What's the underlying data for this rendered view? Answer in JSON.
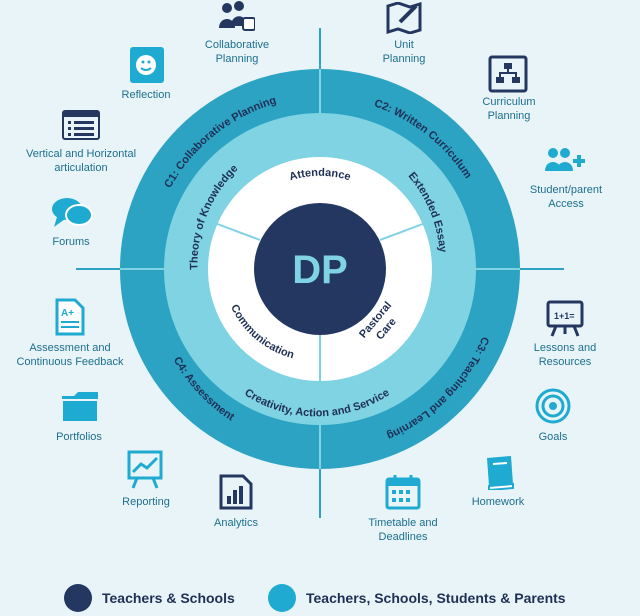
{
  "center_label": "DP",
  "colors": {
    "navy": "#233760",
    "dark_teal": "#2da3c4",
    "light_teal": "#7fd3e2",
    "white": "#ffffff",
    "accent": "#1faad1",
    "label": "#1d6f8e"
  },
  "outer_ring": [
    {
      "id": "c1",
      "label": "C1: Collaborative Planning"
    },
    {
      "id": "c2",
      "label": "C2: Written Curriculum"
    },
    {
      "id": "c3",
      "label": "C3: Teaching and Learning"
    },
    {
      "id": "c4",
      "label": "C4: Assessment"
    }
  ],
  "inner_ring": [
    {
      "id": "tok",
      "label": "Theory of Knowledge"
    },
    {
      "id": "ee",
      "label": "Extended Essay"
    },
    {
      "id": "cas",
      "label": "Creativity, Action and Service"
    }
  ],
  "core_items": [
    {
      "id": "attendance",
      "label": "Attendance"
    },
    {
      "id": "communication",
      "label": "Communication"
    },
    {
      "id": "pastoral",
      "label": "Pastoral\nCare"
    }
  ],
  "features": [
    {
      "id": "collaborative-planning",
      "label": "Collaborative\nPlanning",
      "icon": "people-chat-icon"
    },
    {
      "id": "unit-planning",
      "label": "Unit\nPlanning",
      "icon": "map-icon"
    },
    {
      "id": "reflection",
      "label": "Reflection",
      "icon": "mirror-face-icon"
    },
    {
      "id": "curriculum-planning",
      "label": "Curriculum\nPlanning",
      "icon": "org-chart-icon"
    },
    {
      "id": "vertical-horizontal",
      "label": "Vertical and Horizontal\narticulation",
      "icon": "list-table-icon"
    },
    {
      "id": "student-parent",
      "label": "Student/parent\nAccess",
      "icon": "add-users-icon"
    },
    {
      "id": "forums",
      "label": "Forums",
      "icon": "chat-bubbles-icon"
    },
    {
      "id": "assessment-feedback",
      "label": "Assessment and\nContinuous Feedback",
      "icon": "grade-sheet-icon"
    },
    {
      "id": "lessons-resources",
      "label": "Lessons and\nResources",
      "icon": "easel-board-icon"
    },
    {
      "id": "portfolios",
      "label": "Portfolios",
      "icon": "folder-icon"
    },
    {
      "id": "goals",
      "label": "Goals",
      "icon": "target-icon"
    },
    {
      "id": "reporting",
      "label": "Reporting",
      "icon": "chart-board-icon"
    },
    {
      "id": "homework",
      "label": "Homework",
      "icon": "book-icon"
    },
    {
      "id": "analytics",
      "label": "Analytics",
      "icon": "report-chart-icon"
    },
    {
      "id": "timetable",
      "label": "Timetable and\nDeadlines",
      "icon": "calendar-icon"
    }
  ],
  "legend": [
    {
      "id": "teachers-schools",
      "label": "Teachers & Schools",
      "color": "#233760"
    },
    {
      "id": "everyone",
      "label": "Teachers, Schools, Students & Parents",
      "color": "#1faad1"
    }
  ]
}
